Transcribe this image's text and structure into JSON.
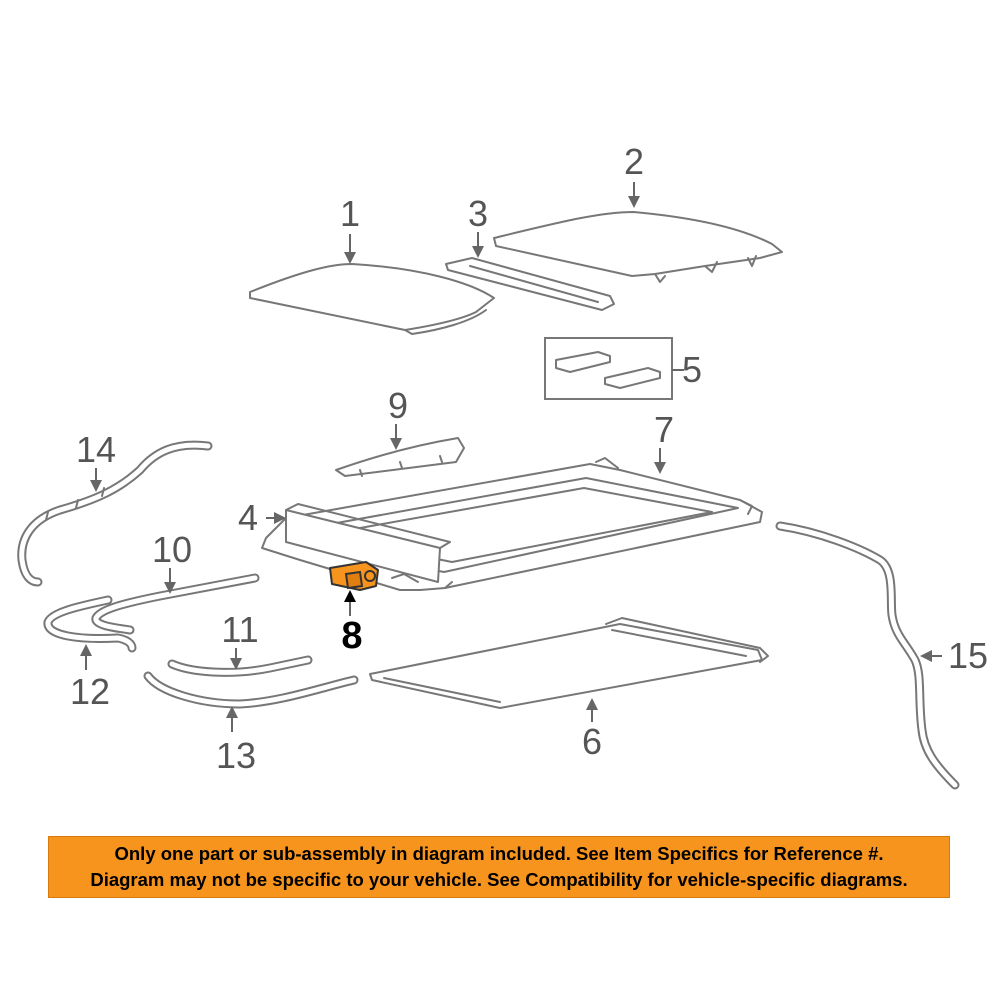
{
  "callouts": {
    "c1": "1",
    "c2": "2",
    "c3": "3",
    "c4": "4",
    "c5": "5",
    "c6": "6",
    "c7": "7",
    "c8": "8",
    "c9": "9",
    "c10": "10",
    "c11": "11",
    "c12": "12",
    "c13": "13",
    "c14": "14",
    "c15": "15"
  },
  "highlight_color": "#f7941d",
  "banner": {
    "line1": "Only one part or sub-assembly in diagram included. See Item Specifics for Reference #.",
    "line2": "Diagram may not be specific to your vehicle. See Compatibility for vehicle-specific diagrams."
  }
}
